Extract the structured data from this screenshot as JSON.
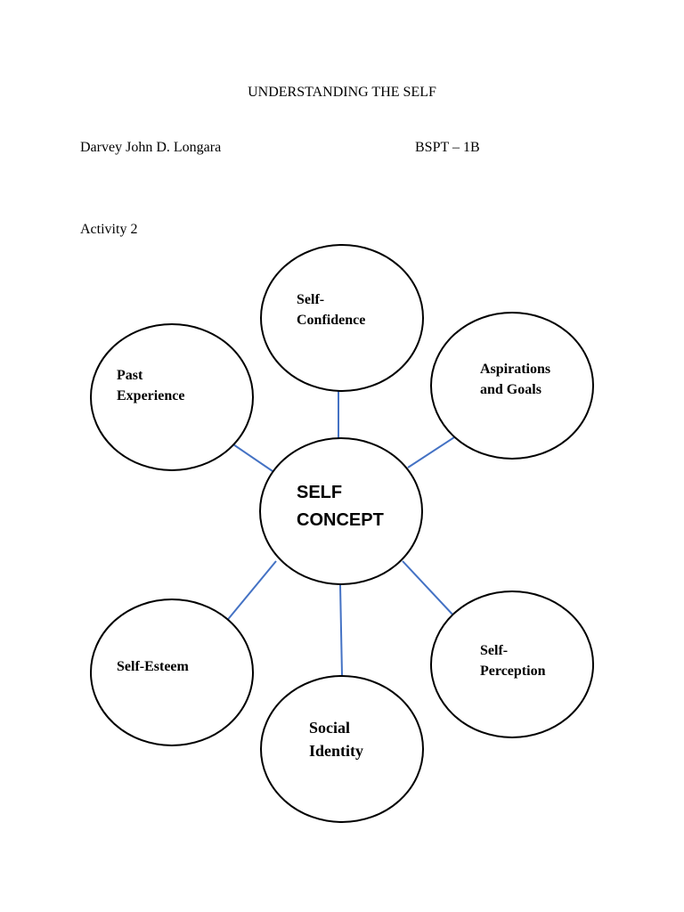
{
  "document": {
    "title": "UNDERSTANDING THE SELF",
    "author": "Darvey John D. Longara",
    "section": "BSPT – 1B",
    "activity": "Activity 2"
  },
  "diagram": {
    "center": {
      "lines": [
        "SELF",
        "CONCEPT"
      ]
    },
    "nodes": [
      {
        "id": "self-confidence",
        "lines": [
          "Self-",
          "Confidence"
        ]
      },
      {
        "id": "past-experience",
        "lines": [
          "Past",
          "Experience"
        ]
      },
      {
        "id": "aspirations-and-goals",
        "lines": [
          "Aspirations",
          "and Goals"
        ]
      },
      {
        "id": "self-esteem",
        "lines": [
          "Self-Esteem"
        ]
      },
      {
        "id": "social-identity",
        "lines": [
          "Social",
          "Identity"
        ]
      },
      {
        "id": "self-perception",
        "lines": [
          "Self-",
          "Perception"
        ]
      }
    ],
    "colors": {
      "connector": "#4472c4",
      "outline": "#000000"
    }
  }
}
